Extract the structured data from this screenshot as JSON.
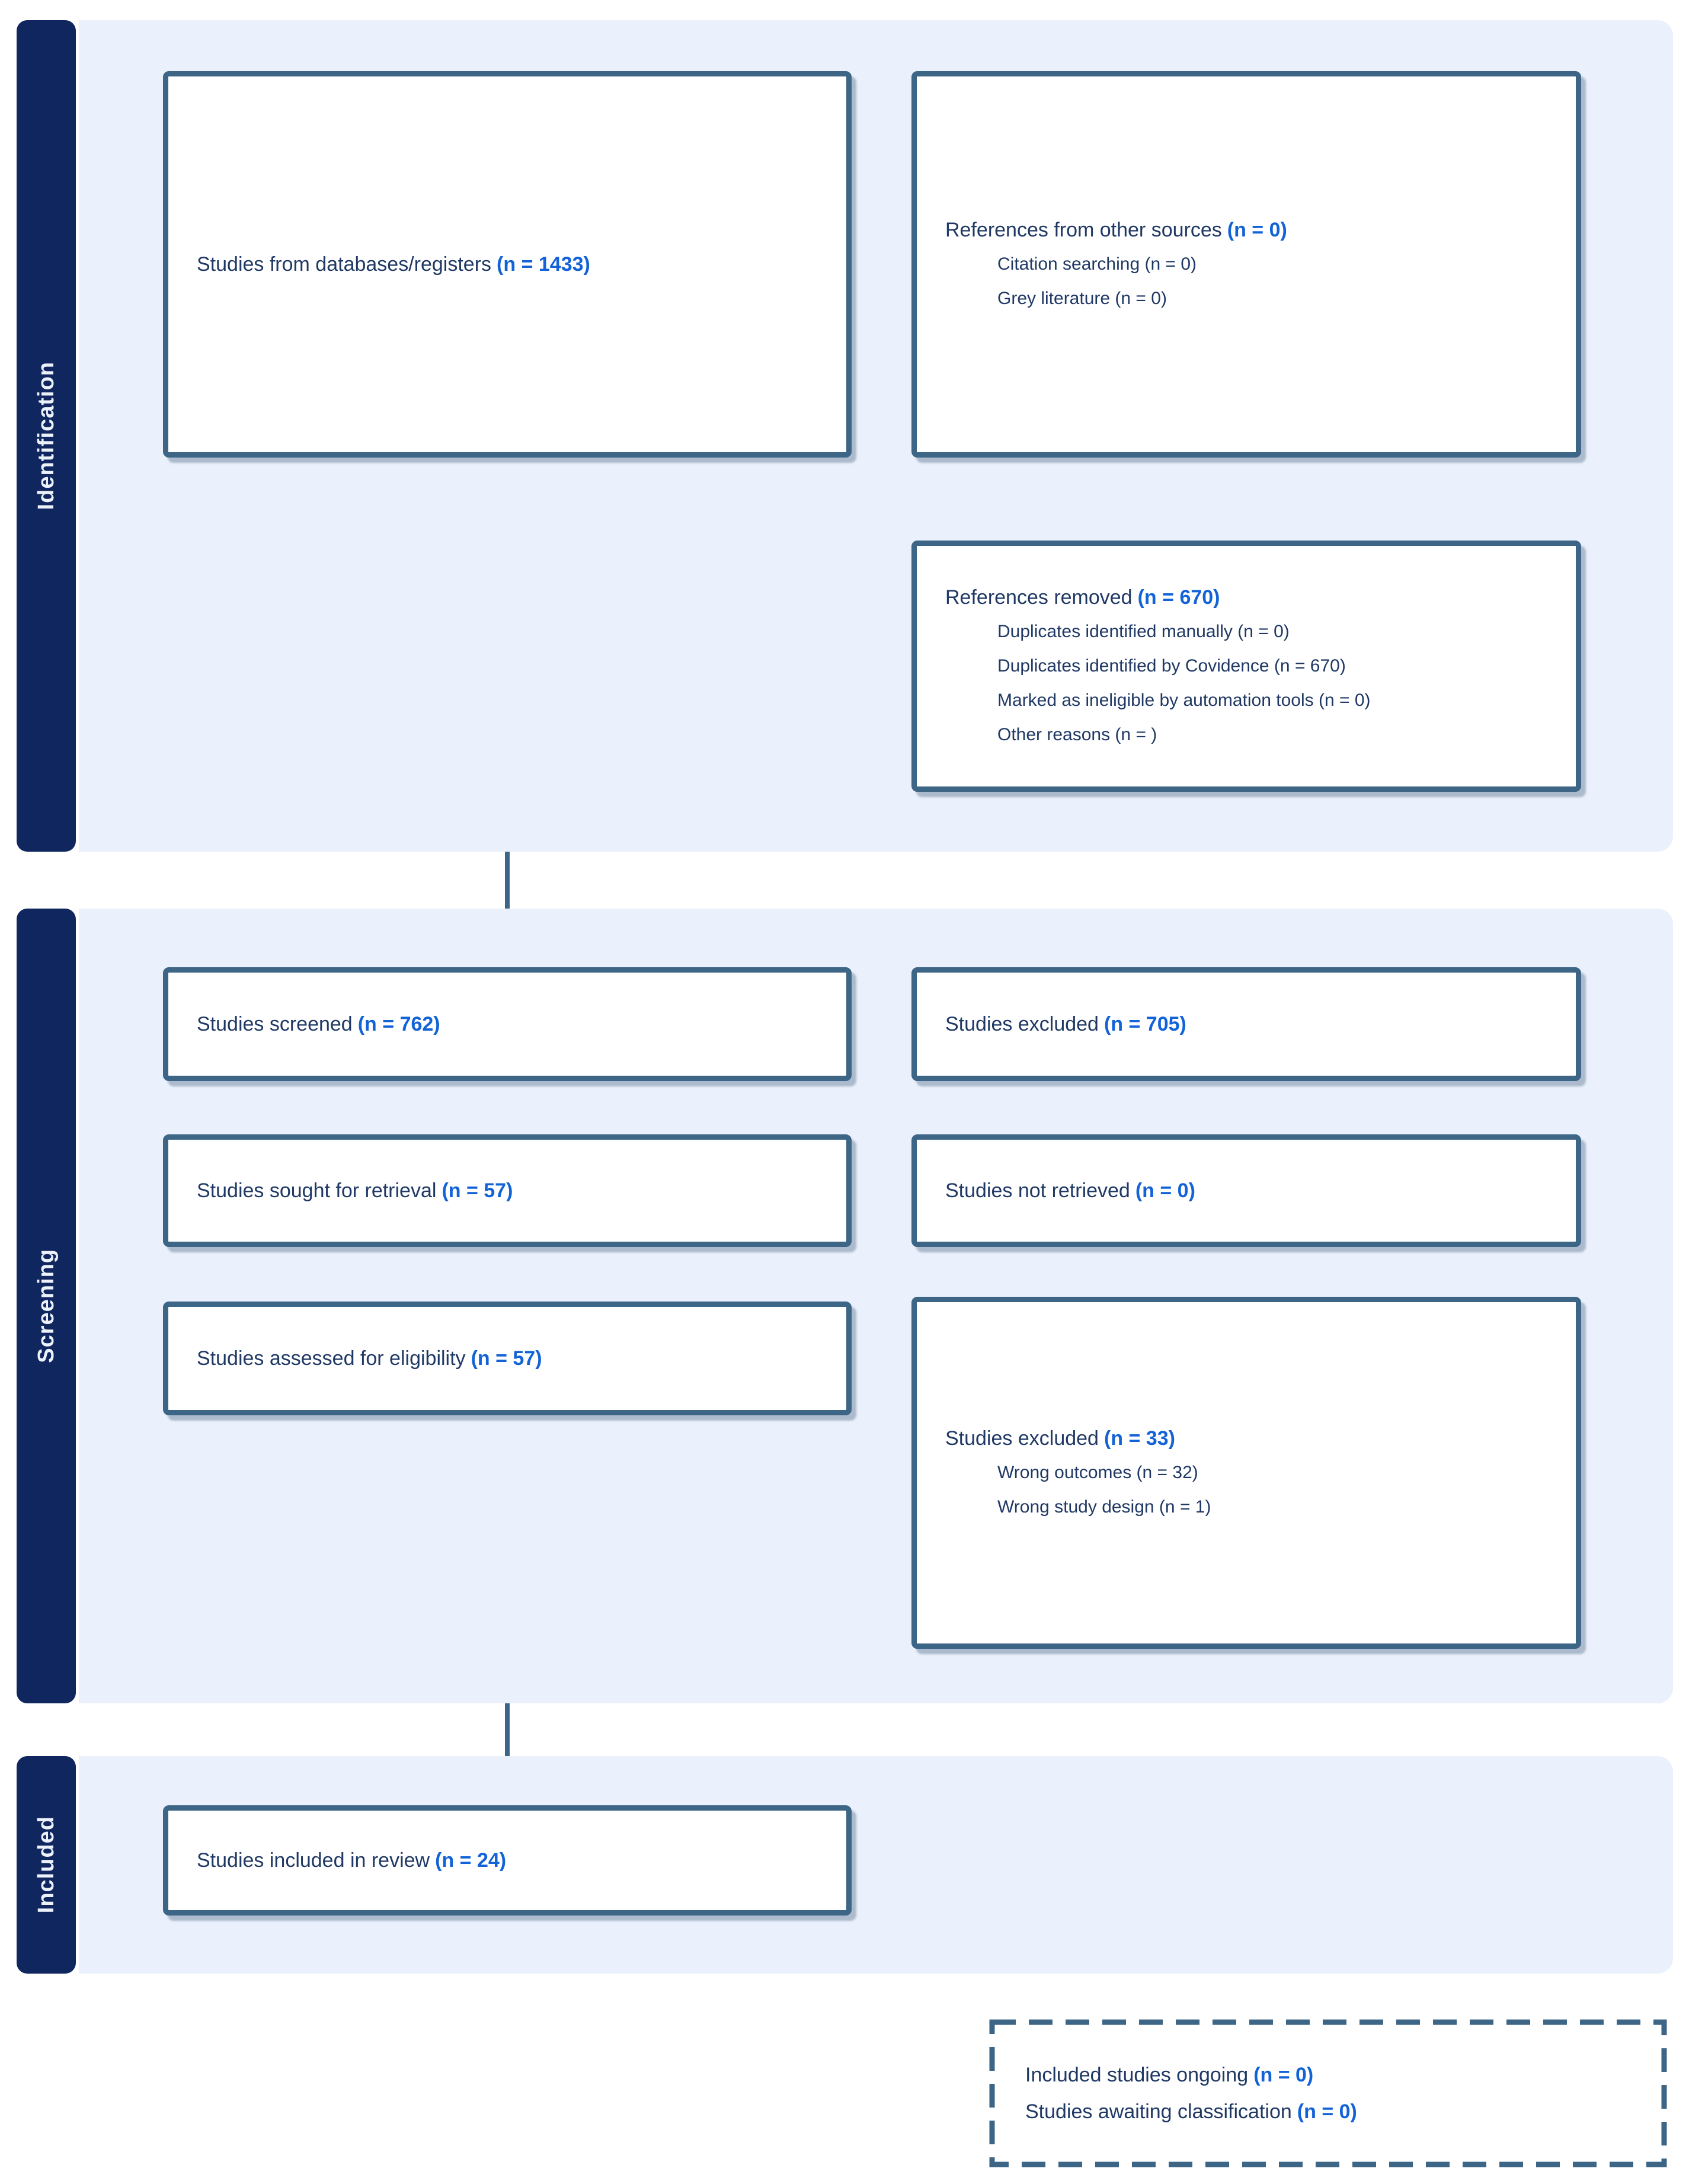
{
  "sidebar_labels": [
    "Identification",
    "Screening",
    "Included"
  ],
  "boxes": {
    "databases": {
      "title": "Studies from databases/registers",
      "count": "(n = 1433)"
    },
    "other_sources": {
      "title": "References from other sources",
      "count": "(n = 0)",
      "subs": [
        "Citation searching (n = 0)",
        "Grey literature (n = 0)"
      ]
    },
    "references_removed": {
      "title": "References removed",
      "count": "(n = 670)",
      "subs": [
        "Duplicates identified manually (n = 0)",
        "Duplicates identified by Covidence (n = 670)",
        "Marked as ineligible by automation tools (n = 0)",
        "Other reasons (n = )"
      ]
    },
    "screened": {
      "title": "Studies screened",
      "count": "(n = 762)"
    },
    "excluded_screening": {
      "title": "Studies excluded",
      "count": "(n = 705)"
    },
    "sought": {
      "title": "Studies sought for retrieval",
      "count": "(n = 57)"
    },
    "not_retrieved": {
      "title": "Studies not retrieved",
      "count": "(n = 0)"
    },
    "assessed": {
      "title": "Studies assessed for eligibility",
      "count": "(n = 57)"
    },
    "excluded_eligibility": {
      "title": "Studies excluded",
      "count": "(n = 33)",
      "subs": [
        "Wrong outcomes (n = 32)",
        "Wrong study design (n = 1)"
      ]
    },
    "included_review": {
      "title": "Studies included in review",
      "count": "(n = 24)"
    },
    "awaiting": {
      "lines": [
        {
          "text": "Included studies ongoing",
          "count": "(n = 0)"
        },
        {
          "text": "Studies awaiting classification",
          "count": "(n = 0)"
        }
      ]
    }
  },
  "colors": {
    "navy_bar": "#10265f",
    "band_fill": "#eaf1fc",
    "box_border": "#3d6586",
    "arrow": "#3d6586",
    "text_dark": "#1f3864",
    "count_blue": "#1262d8"
  }
}
